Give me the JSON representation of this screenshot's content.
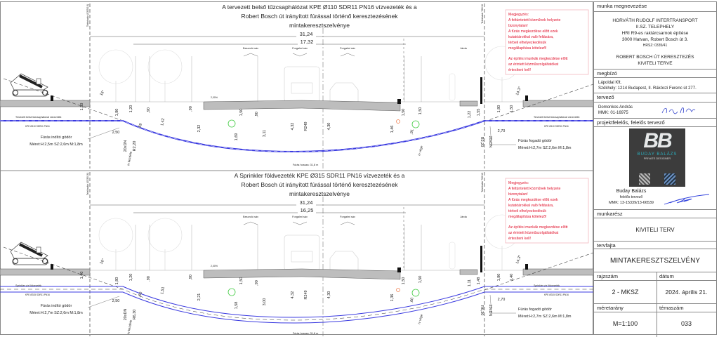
{
  "sections": [
    {
      "title_lines": [
        "A tervezett belső tűzcsaphálózat KPE Ø110 SDR11 PN16 vízvezeték és a",
        "Robert Bosch út irányított fúrással történő keresztezésének",
        "mintakeresztszelvénye"
      ],
      "dim_total": "31,24",
      "dim_road": "17,32",
      "lanes": [
        "Besoroló sáv",
        "Forgalmi sáv",
        "Forgalmi sáv",
        "Járda"
      ],
      "boundary_left": "Telekhatár (0335/16)",
      "boundary_right": "Telekhatár 760/10",
      "slope": "2,00%",
      "pipe_label": "Tervezett belső tűzcsaphálózat vízvezeték",
      "pipe_spec": "KPE Ø110 SDR11 PN16",
      "start_pit": [
        "Fúrás indító gödör",
        "Méret:H:2,5m SZ:2,6m M:1,8m"
      ],
      "end_pit": [
        "Fúrás fogadó gödör",
        "Méret:H:2,7m SZ:2,6m M:1,8m"
      ],
      "bore_length": "Fúrás hossza: 31,8 m",
      "angle_left": "16°",
      "angle_right": "14,3°",
      "arc_start": "ív kezdete",
      "arc_end": "ív vége",
      "dims": [
        "1,50",
        "1,80",
        "1,20",
        ",90",
        ",69",
        "1,42",
        ",90",
        "2,32",
        "1,50",
        "1,69",
        ",90",
        "3,11",
        "4,32",
        "R249",
        "4,30",
        "1,46",
        "1,50",
        ",91",
        "1,50",
        "1,22",
        "1,55",
        "1,80",
        "1,50",
        "2,50",
        "2,70",
        "20xDN",
        "R2,20",
        "R2,20",
        "20xDN"
      ],
      "double_pipe": false
    },
    {
      "title_lines": [
        "A Sprinkler földvezeték KPE Ø315 SDR11 PN16 vízvezeték és a",
        "Robert Bosch út irányított fúrással történő keresztezésének",
        "mintakeresztszelvénye"
      ],
      "dim_total": "31,24",
      "dim_road": "16,25",
      "lanes": [
        "Besoroló sáv",
        "Forgalmi sáv",
        "Forgalmi sáv",
        "Járda"
      ],
      "boundary_left": "Telekhatár (0335/16)",
      "boundary_right": "Telekhatár 760/10",
      "slope": "2,00%",
      "pipe_label": "Sprinkler víz födvezeték",
      "pipe_spec": "KPE Ø315 SDR11 PN16",
      "start_pit": [
        "Fúrás indító gödör",
        "Méret:H:2,7m SZ:2,6m M:1,8m"
      ],
      "end_pit": [
        "Fúrás fogadó gödör",
        "Méret:H:2,7m SZ:2,6m M:1,8m"
      ],
      "bore_length": "Fúrás hossza: 31,8 m",
      "angle_left": "16°",
      "angle_right": "14,3°",
      "arc_start": "ív kezdete",
      "arc_end": "ív vége",
      "dims": [
        "1,40",
        "1,80",
        "1,20",
        ",90",
        ",60",
        "1,51",
        ",90",
        "2,21",
        "1,50",
        "1,58",
        ",90",
        "3,00",
        "4,32",
        "R249",
        "4,30",
        "1,36",
        "1,50",
        ",60",
        "1,50",
        "1,11",
        "1,48",
        "1,80",
        "1,40",
        "2,50",
        "2,70",
        "20xDN",
        "R6,30",
        "R6,30",
        "20xDN"
      ],
      "double_pipe": true
    }
  ],
  "note": {
    "lines": [
      "Megjegyzés:",
      "A feltüntetett közművek helyzete bizonytalan!",
      "A fúrás megkezdése előtt ezek kutatóárokkal való feltására,",
      "térbeli elhelyezkedésük megállapítása kötelező!",
      "",
      "Az építési munkák megkezdése előtt az érintett közműszolgáltatókat értesíteni kell!"
    ]
  },
  "title_block": {
    "work_name_label": "munka megnevezése",
    "work_name": [
      "HORVÁTH RUDOLF INTERTRANSPORT",
      "II.SZ. TELEPHELY",
      "HRI R9-es raktárcsarnok építése",
      "3000 Hatvan, Robert Bosch út 3.",
      "HRSZ: 0335/41"
    ],
    "work_subtitle": [
      "ROBERT BOSCH ÚT KERESZTEZÉS",
      "KIVITELI TERVE"
    ],
    "client_label": "megbízó",
    "client": [
      "Lápoldal Kft.",
      "Székhely: 1214 Budapest, II. Rákóczi Ferenc út 277."
    ],
    "designer_label": "tervező",
    "designer": [
      "Domonkos András",
      "MMK: 01-16975"
    ],
    "project_lead_label": "projektfelelős, felelős tervező",
    "logo": {
      "initials": "BB",
      "name": "BUDAY BALÁZS",
      "tagline": "PRIVATE DESIGNER"
    },
    "lead": [
      "Buday Balázs",
      "felelős tervező",
      "MMK: 13-15339/13-66539"
    ],
    "part_label": "munkarész",
    "part": "KIVITELI TERV",
    "type_label": "tervfajta",
    "type": "MINTAKERESZTSZELVÉNY",
    "drawing_no_label": "rajzszám",
    "drawing_no": "2 - MKSZ",
    "date_label": "dátum",
    "date": "2024. április 21.",
    "scale_label": "méretarány",
    "scale": "M=1:100",
    "topic_no_label": "témaszám",
    "topic_no": "033"
  },
  "colors": {
    "pipe": "#3a3ae0",
    "note": "#e0102a",
    "road": "#bdbdbd",
    "line": "#333333"
  }
}
